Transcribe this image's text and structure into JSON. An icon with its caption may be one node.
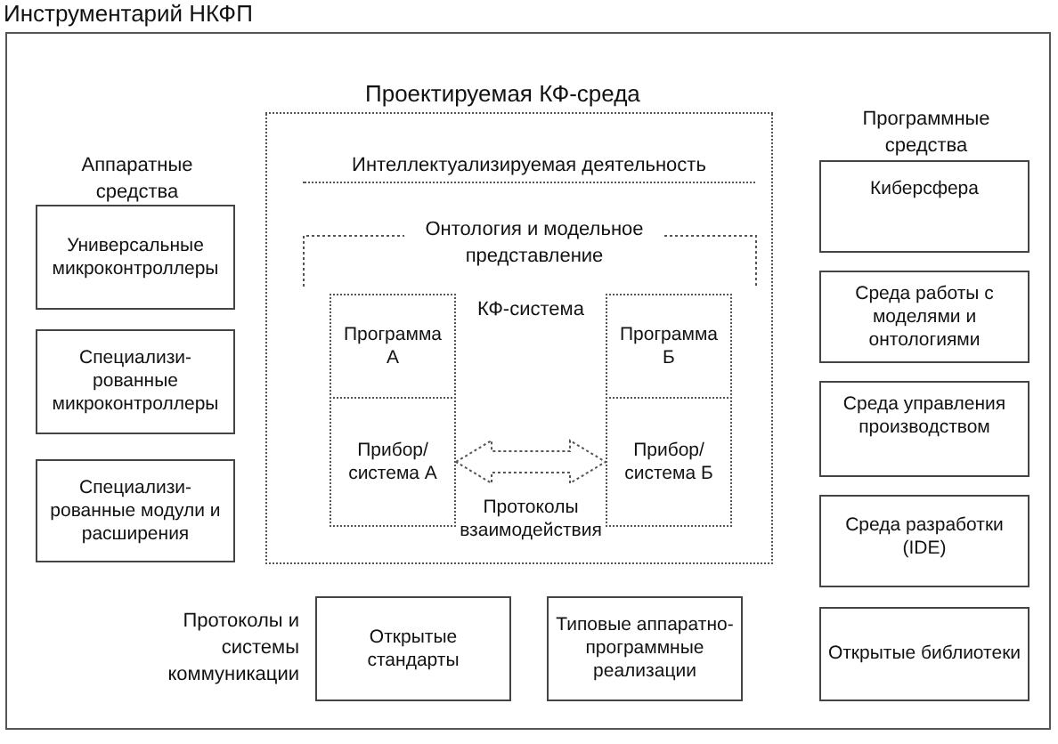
{
  "diagram": {
    "nodes": [
      {
        "text": [
          "Инструментарий НКФП"
        ]
      },
      {
        "text": [
          "Проектируемая КФ-среда"
        ],
        "in": 0
      },
      {
        "text": [
          "Интеллектуализируемая деятельность"
        ],
        "in": 1
      },
      {
        "text": [
          "Онтология и модельное представление"
        ],
        "in": 1
      },
      {
        "text": [
          "Программа А"
        ],
        "in": 1
      },
      {
        "text": [
          "Программа Б"
        ],
        "in": 1
      },
      {
        "text": [
          "Прибор/ система А"
        ],
        "in": 1
      },
      {
        "text": [
          "Прибор/ система Б"
        ],
        "in": 1
      },
      {
        "text": [
          "Универсальные микроконтроллеры"
        ],
        "in": 0
      },
      {
        "text": [
          "Специализи-рованные микроконтроллеры"
        ],
        "in": 0
      },
      {
        "text": [
          "Специализи-рованные модули и расширения"
        ],
        "in": 0
      },
      {
        "text": [
          "Киберсфера"
        ],
        "in": 0
      },
      {
        "text": [
          "Среда работы с моделями и онтологиями"
        ],
        "in": 0
      },
      {
        "text": [
          "Среда управления производством"
        ],
        "in": 0
      },
      {
        "text": [
          "Среда разработки (IDE)"
        ],
        "in": 0
      },
      {
        "text": [
          "Открытые библиотеки"
        ],
        "in": 0
      },
      {
        "text": [
          "Открытые стандарты"
        ],
        "in": 0
      },
      {
        "text": [
          "Типовые аппаратно-программные реализации"
        ],
        "in": 0
      }
    ],
    "edges": [
      {
        "from": 6,
        "to": 7,
        "arrow": "both",
        "label": "Протоколы взаимодействия",
        "style": "dashed"
      }
    ],
    "labels": [
      "Аппаратные средства",
      "Программные средства",
      "КФ-система",
      "Протоколы и системы коммуникации"
    ]
  }
}
